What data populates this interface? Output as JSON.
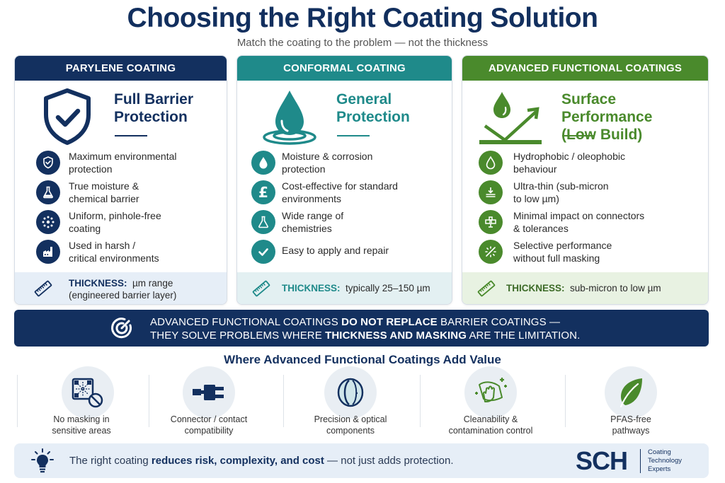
{
  "header": {
    "title": "Choosing the Right Coating Solution",
    "subtitle": "Match the coating to the problem — not the thickness"
  },
  "colors": {
    "navy": "#13305f",
    "teal": "#1f8a8a",
    "green": "#4a8a2c"
  },
  "cards": [
    {
      "heading": "PARYLENE COATING",
      "hero_icon": "shield-check-icon",
      "hero_line1": "Full Barrier",
      "hero_line2": "Protection",
      "features": [
        {
          "icon": "shield-check-icon",
          "line1": "Maximum environmental",
          "line2": "protection"
        },
        {
          "icon": "flask-icon",
          "line1": "True moisture &",
          "line2": "chemical barrier"
        },
        {
          "icon": "dots-circle-icon",
          "line1": "Uniform, pinhole-free",
          "line2": "coating"
        },
        {
          "icon": "factory-icon",
          "line1": "Used in harsh /",
          "line2": "critical environments"
        }
      ],
      "thickness_label": "THICKNESS:",
      "thickness_value": "µm range",
      "thickness_note": "(engineered barrier layer)"
    },
    {
      "heading": "CONFORMAL COATING",
      "hero_icon": "water-drop-ripple-icon",
      "hero_line1": "General",
      "hero_line2": "Protection",
      "features": [
        {
          "icon": "water-drop-icon",
          "line1": "Moisture & corrosion",
          "line2": "protection"
        },
        {
          "icon": "pound-icon",
          "line1": "Cost-effective for standard",
          "line2": "environments"
        },
        {
          "icon": "flask-icon",
          "line1": "Wide range of",
          "line2": "chemistries"
        },
        {
          "icon": "check-icon",
          "line1": "Easy to apply and repair",
          "line2": ""
        }
      ],
      "thickness_label": "THICKNESS:",
      "thickness_value": "typically 25–150 µm"
    },
    {
      "heading": "ADVANCED FUNCTIONAL COATINGS",
      "hero_icon": "drop-repel-icon",
      "hero_line1": "Surface Performance",
      "hero_line2": "(Low Build)",
      "features": [
        {
          "icon": "water-drop-outline-icon",
          "line1": "Hydrophobic / oleophobic",
          "line2": "behaviour"
        },
        {
          "icon": "thin-layer-icon",
          "line1": "Ultra-thin (sub-micron",
          "line2": "to low µm)"
        },
        {
          "icon": "connector-icon",
          "line1": "Minimal impact on connectors",
          "line2": "& tolerances"
        },
        {
          "icon": "sparkle-icon",
          "line1": "Selective performance",
          "line2": "without full masking"
        }
      ],
      "thickness_label": "THICKNESS:",
      "thickness_value": "sub-micron to low µm"
    }
  ],
  "banner": {
    "line1_a": "ADVANCED FUNCTIONAL COATINGS ",
    "line1_b": "DO NOT REPLACE",
    "line1_c": " BARRIER COATINGS —",
    "line2_a": "THEY SOLVE PROBLEMS WHERE ",
    "line2_b": "THICKNESS AND MASKING",
    "line2_c": " ARE THE LIMITATION."
  },
  "value_section": {
    "title": "Where Advanced Functional Coatings Add Value",
    "items": [
      {
        "icon": "no-masking-icon",
        "line1": "No masking in",
        "line2": "sensitive areas"
      },
      {
        "icon": "connector-plug-icon",
        "line1": "Connector / contact",
        "line2": "compatibility"
      },
      {
        "icon": "optical-lens-icon",
        "line1": "Precision & optical",
        "line2": "components"
      },
      {
        "icon": "cleaning-hand-icon",
        "line1": "Cleanability &",
        "line2": "contamination control"
      },
      {
        "icon": "leaf-icon",
        "line1": "PFAS-free",
        "line2": "pathways"
      }
    ]
  },
  "footer": {
    "text_a": "The right coating ",
    "text_b": "reduces risk, complexity, and cost",
    "text_c": " — not just adds protection.",
    "logo": "SCH",
    "logo_sub1": "Coating",
    "logo_sub2": "Technology",
    "logo_sub3": "Experts"
  }
}
